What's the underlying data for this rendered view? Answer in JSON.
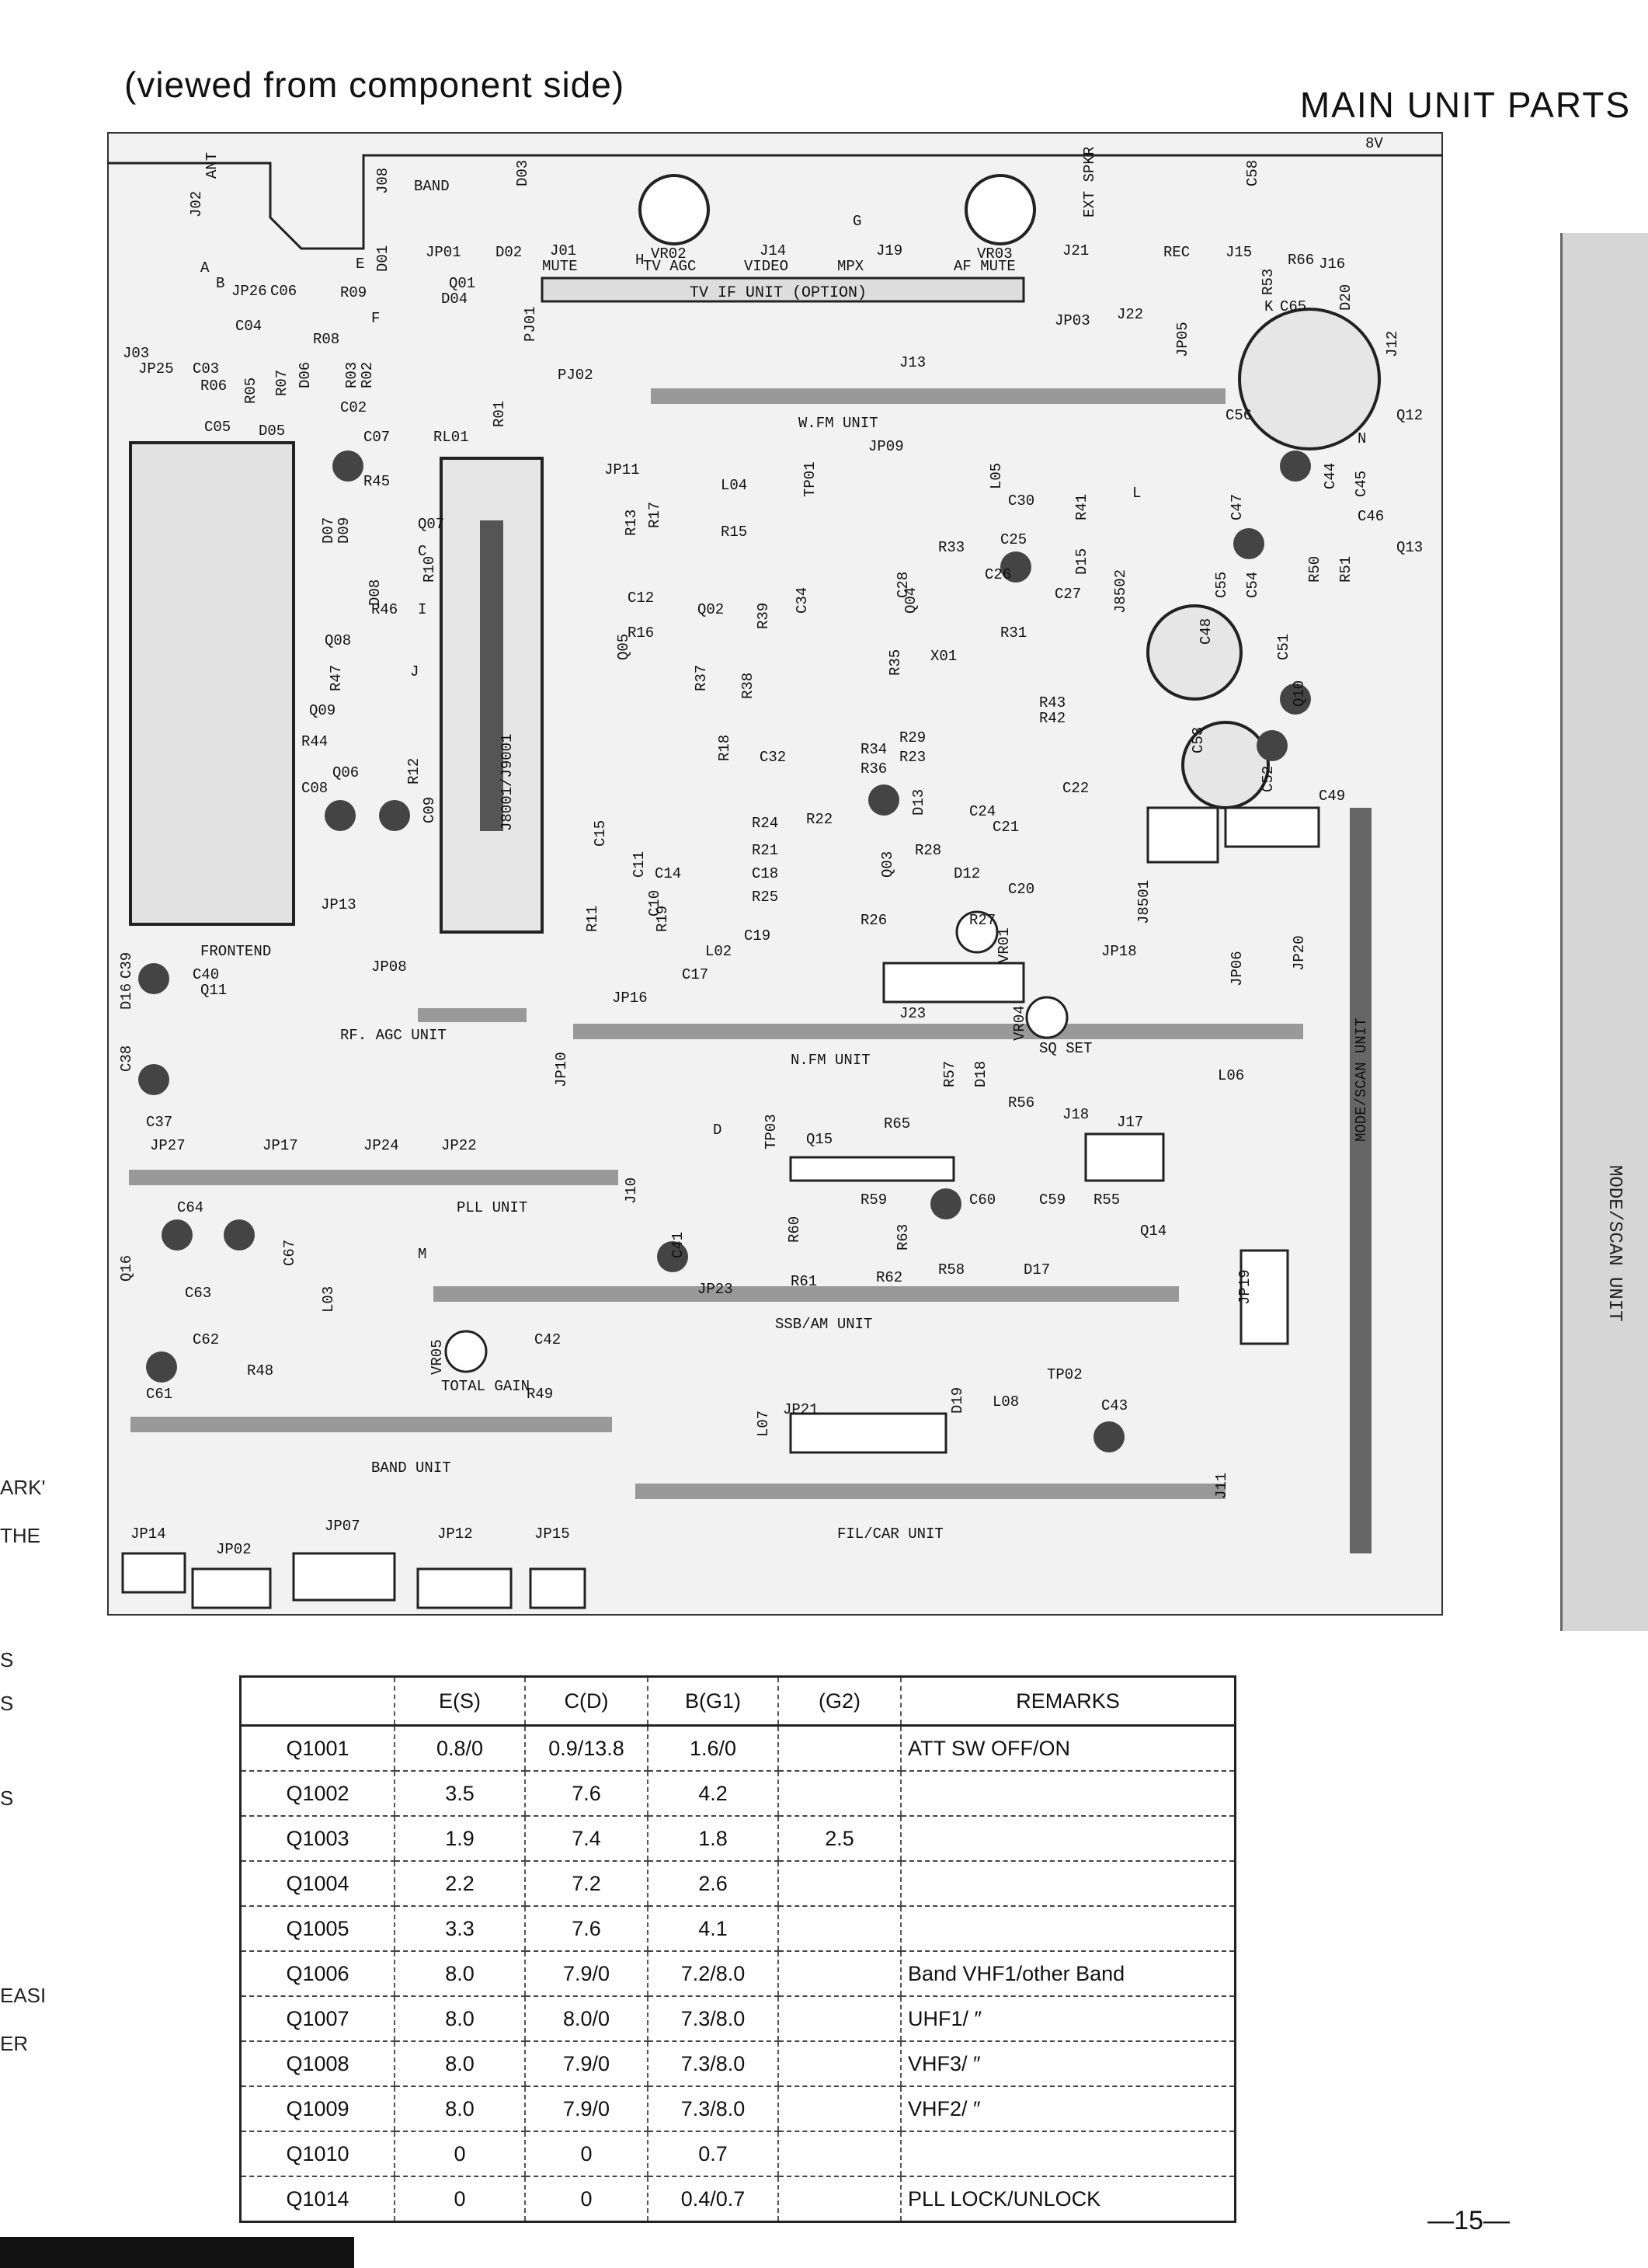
{
  "header": {
    "subtitle": "(viewed from component side)",
    "title": "MAIN UNIT PARTS"
  },
  "board_labels": {
    "tv_if_unit": "TV IF UNIT (OPTION)",
    "wfm_unit": "W.FM UNIT",
    "frontend": "FRONTEND",
    "rf_agc_unit": "RF. AGC UNIT",
    "nfm_unit": "N.FM UNIT",
    "pll_unit": "PLL UNIT",
    "ssb_am_unit": "SSB/AM UNIT",
    "band_unit": "BAND UNIT",
    "fil_car_unit": "FIL/CAR UNIT",
    "mode_scan_unit": "MODE/SCAN UNIT",
    "sq_set": "SQ SET",
    "total_gain": "TOTAL GAIN",
    "mute": "MUTE",
    "tv_agc": "TV AGC",
    "video": "VIDEO",
    "mpx": "MPX",
    "af_mute": "AF MUTE",
    "ext_spkr": "EXT SPKR",
    "rec": "REC",
    "band": "BAND",
    "v8": "8V",
    "ant": "ANT"
  },
  "components": {
    "jp01": "JP01",
    "jp02": "JP02",
    "jp03": "JP03",
    "jp05": "JP05",
    "jp06": "JP06",
    "jp07": "JP07",
    "jp08": "JP08",
    "jp09": "JP09",
    "jp10": "JP10",
    "jp11": "JP11",
    "jp12": "JP12",
    "jp13": "JP13",
    "jp14": "JP14",
    "jp15": "JP15",
    "jp16": "JP16",
    "jp17": "JP17",
    "jp18": "JP18",
    "jp19": "JP19",
    "jp20": "JP20",
    "jp21": "JP21",
    "jp22": "JP22",
    "jp23": "JP23",
    "jp24": "JP24",
    "jp25": "JP25",
    "jp26": "JP26",
    "jp27": "JP27",
    "j01": "J01",
    "j02": "J02",
    "j03": "J03",
    "j08": "J08",
    "j10": "J10",
    "j11": "J11",
    "j12": "J12",
    "j13": "J13",
    "j14": "J14",
    "j15": "J15",
    "j16": "J16",
    "j17": "J17",
    "j18": "J18",
    "j19": "J19",
    "j21": "J21",
    "j22": "J22",
    "j23": "J23",
    "vr01": "VR01",
    "vr02": "VR02",
    "vr03": "VR03",
    "vr04": "VR04",
    "vr05": "VR05",
    "tp01": "TP01",
    "tp02": "TP02",
    "tp03": "TP03",
    "x01": "X01",
    "pj01": "PJ01",
    "pj02": "PJ02",
    "rl01": "RL01",
    "j8001": "J8001/J9001",
    "j8501": "J8501",
    "j8502": "J8502",
    "l02": "L02",
    "l03": "L03",
    "l04": "L04",
    "l05": "L05",
    "l06": "L06",
    "l07": "L07",
    "l08": "L08",
    "d01": "D01",
    "d02": "D02",
    "d03": "D03",
    "d04": "D04",
    "d05": "D05",
    "d06": "D06",
    "d07": "D07",
    "d08": "D08",
    "d09": "D09",
    "d12": "D12",
    "d13": "D13",
    "d15": "D15",
    "d16": "D16",
    "d17": "D17",
    "d18": "D18",
    "d19": "D19",
    "d20": "D20",
    "q01": "Q01",
    "q02": "Q02",
    "q03": "Q03",
    "q04": "Q04",
    "q05": "Q05",
    "q06": "Q06",
    "q07": "Q07",
    "q08": "Q08",
    "q09": "Q09",
    "q10": "Q10",
    "q11": "Q11",
    "q12": "Q12",
    "q13": "Q13",
    "q14": "Q14",
    "q15": "Q15",
    "q16": "Q16",
    "c02": "C02",
    "c03": "C03",
    "c04": "C04",
    "c05": "C05",
    "c06": "C06",
    "c07": "C07",
    "c08": "C08",
    "c09": "C09",
    "c10": "C10",
    "c11": "C11",
    "c12": "C12",
    "c14": "C14",
    "c15": "C15",
    "c17": "C17",
    "c18": "C18",
    "c19": "C19",
    "c20": "C20",
    "c21": "C21",
    "c22": "C22",
    "c24": "C24",
    "c25": "C25",
    "c26": "C26",
    "c27": "C27",
    "c28": "C28",
    "c30": "C30",
    "c32": "C32",
    "c34": "C34",
    "c37": "C37",
    "c38": "C38",
    "c39": "C39",
    "c40": "C40",
    "c41": "C41",
    "c42": "C42",
    "c43": "C43",
    "c44": "C44",
    "c45": "C45",
    "c46": "C46",
    "c47": "C47",
    "c48": "C48",
    "c49": "C49",
    "c51": "C51",
    "c52": "C52",
    "c53": "C53",
    "c54": "C54",
    "c55": "C55",
    "c56": "C56",
    "c58": "C58",
    "c59": "C59",
    "c60": "C60",
    "c61": "C61",
    "c62": "C62",
    "c63": "C63",
    "c64": "C64",
    "c65": "C65",
    "c67": "C67",
    "r01": "R01",
    "r02": "R02",
    "r03": "R03",
    "r05": "R05",
    "r06": "R06",
    "r07": "R07",
    "r08": "R08",
    "r09": "R09",
    "r10": "R10",
    "r11": "R11",
    "r12": "R12",
    "r13": "R13",
    "r15": "R15",
    "r16": "R16",
    "r17": "R17",
    "r18": "R18",
    "r19": "R19",
    "r21": "R21",
    "r22": "R22",
    "r23": "R23",
    "r24": "R24",
    "r25": "R25",
    "r26": "R26",
    "r27": "R27",
    "r28": "R28",
    "r29": "R29",
    "r31": "R31",
    "r33": "R33",
    "r34": "R34",
    "r35": "R35",
    "r36": "R36",
    "r37": "R37",
    "r38": "R38",
    "r39": "R39",
    "r41": "R41",
    "r42": "R42",
    "r43": "R43",
    "r44": "R44",
    "r45": "R45",
    "r46": "R46",
    "r47": "R47",
    "r48": "R48",
    "r49": "R49",
    "r50": "R50",
    "r51": "R51",
    "r53": "R53",
    "r55": "R55",
    "r56": "R56",
    "r57": "R57",
    "r58": "R58",
    "r59": "R59",
    "r60": "R60",
    "r61": "R61",
    "r62": "R62",
    "r63": "R63",
    "r65": "R65",
    "r66": "R66"
  },
  "points": {
    "A": "A",
    "B": "B",
    "C": "C",
    "D": "D",
    "E": "E",
    "F": "F",
    "G": "G",
    "H": "H",
    "I": "I",
    "J": "J",
    "K": "K",
    "L": "L",
    "M": "M",
    "N": "N"
  },
  "right_strip": {
    "label": "MODE/SCAN UNIT"
  },
  "margin_texts": [
    "ARK'",
    "THE",
    "S",
    "S",
    "S",
    "EASI",
    "ER"
  ],
  "voltage_table": {
    "headers": {
      "q": "",
      "e": "E(S)",
      "c": "C(D)",
      "b": "B(G1)",
      "g": "(G2)",
      "remarks": "REMARKS"
    },
    "rows": [
      {
        "q": "Q1001",
        "e": "0.8/0",
        "c": "0.9/13.8",
        "b": "1.6/0",
        "g": "",
        "remarks": "ATT SW OFF/ON"
      },
      {
        "q": "Q1002",
        "e": "3.5",
        "c": "7.6",
        "b": "4.2",
        "g": "",
        "remarks": ""
      },
      {
        "q": "Q1003",
        "e": "1.9",
        "c": "7.4",
        "b": "1.8",
        "g": "2.5",
        "remarks": ""
      },
      {
        "q": "Q1004",
        "e": "2.2",
        "c": "7.2",
        "b": "2.6",
        "g": "",
        "remarks": ""
      },
      {
        "q": "Q1005",
        "e": "3.3",
        "c": "7.6",
        "b": "4.1",
        "g": "",
        "remarks": ""
      },
      {
        "q": "Q1006",
        "e": "8.0",
        "c": "7.9/0",
        "b": "7.2/8.0",
        "g": "",
        "remarks": "Band VHF1/other Band"
      },
      {
        "q": "Q1007",
        "e": "8.0",
        "c": "8.0/0",
        "b": "7.3/8.0",
        "g": "",
        "remarks": "UHF1/ ″"
      },
      {
        "q": "Q1008",
        "e": "8.0",
        "c": "7.9/0",
        "b": "7.3/8.0",
        "g": "",
        "remarks": "VHF3/ ″"
      },
      {
        "q": "Q1009",
        "e": "8.0",
        "c": "7.9/0",
        "b": "7.3/8.0",
        "g": "",
        "remarks": "VHF2/ ″"
      },
      {
        "q": "Q1010",
        "e": "0",
        "c": "0",
        "b": "0.7",
        "g": "",
        "remarks": ""
      },
      {
        "q": "Q1014",
        "e": "0",
        "c": "0",
        "b": "0.4/0.7",
        "g": "",
        "remarks": "PLL LOCK/UNLOCK"
      }
    ]
  },
  "page_number": "—15—"
}
